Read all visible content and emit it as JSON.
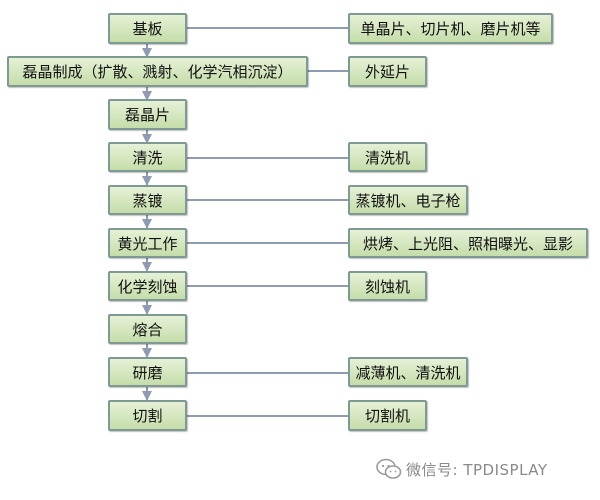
{
  "process_steps": [
    {
      "label": "基板",
      "equipment": "单晶片、切片机、磨片机等"
    },
    {
      "label": "磊晶制成（扩散、溅射、化学汽相沉淀）",
      "equipment": "外延片"
    },
    {
      "label": "磊晶片",
      "equipment": ""
    },
    {
      "label": "清洗",
      "equipment": "清洗机"
    },
    {
      "label": "蒸镀",
      "equipment": "蒸镀机、电子枪"
    },
    {
      "label": "黄光工作",
      "equipment": "烘烤、上光阻、照相曝光、显影"
    },
    {
      "label": "化学刻蚀",
      "equipment": "刻蚀机"
    },
    {
      "label": "熔合",
      "equipment": ""
    },
    {
      "label": "研磨",
      "equipment": "减薄机、清洗机"
    },
    {
      "label": "切割",
      "equipment": "切割机"
    }
  ],
  "watermark": {
    "text": "微信号: TPDISPLAY",
    "icon": "wechat-icon"
  },
  "colors": {
    "box_fill_top": "#e6f1d6",
    "box_fill_bottom": "#c5ddaa",
    "box_border": "#7f9a93",
    "connector": "#8f9bb3"
  }
}
